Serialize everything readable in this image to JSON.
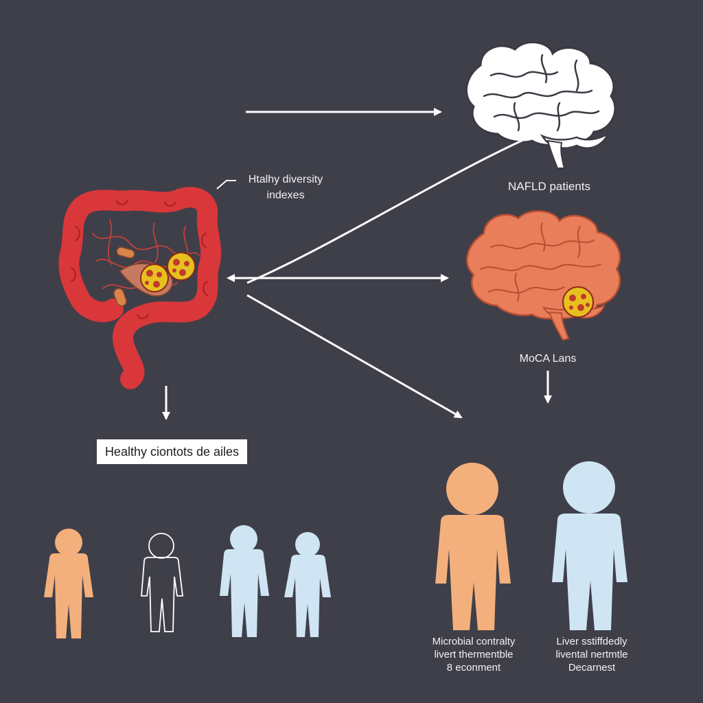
{
  "labels": {
    "diversity_line1": "Htalhy diversity",
    "diversity_line2": "indexes",
    "nafld": "NAFLD patients",
    "moca": "MoCA Lans",
    "healthy_box": "Healthy ciontots de ailes",
    "left_caption": [
      "Microbial contralty",
      "livert thermentble",
      "8 econment"
    ],
    "right_caption": [
      "Liver sstiffdedly",
      "livental nertmtle",
      "Decarnest"
    ]
  },
  "icons": [
    "brain-icon",
    "brain-icon",
    "intestine-icon",
    "bacteria-icon",
    "person-icon",
    "arrow-icon"
  ],
  "colors": {
    "background": "#3f3f4a",
    "intestine": "#d9373a",
    "brain_top": "#ffffff",
    "brain_bottom": "#e87e5a",
    "person_orange": "#f4b07c",
    "person_blue": "#cfe5f4",
    "bacteria_yellow": "#e6c020",
    "bacteria_red": "#c0392b"
  }
}
